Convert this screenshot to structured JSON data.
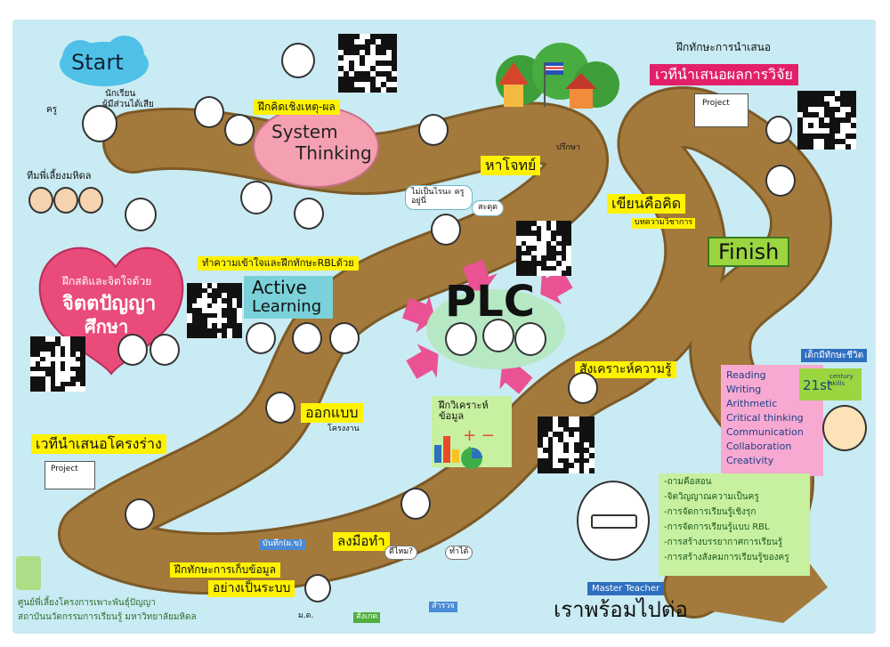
{
  "start": "Start",
  "finish": "Finish",
  "plc": "PLC",
  "system_thinking": [
    "System",
    "Thinking"
  ],
  "active_learning": [
    "Active",
    "Learning"
  ],
  "labels": {
    "student_person": "นักเรียน",
    "teacher": "ครู",
    "stakeholders": "ผู้มีส่วนได้เสีย",
    "team": "ทีมพี่เลี้ยงมหิดล",
    "heart_title_1": "ฝึกสติและจิตใจด้วย",
    "heart_title_2": "จิตตปัญญา",
    "heart_title_3": "ศึกษา",
    "reasoning": "ฝึกคิดเชิงเหตุ-ผล",
    "find_problem": "หาโจทย์",
    "understand_rbl": "ทำความเข้าใจและฝึกทักษะRBLด้วย",
    "not_sure": "ไม่เป็นไรนะ ครูอยู่นี่",
    "excellent": "สะดุด",
    "consult": "ปรึกษา",
    "present_skill": "ฝึกทักษะการนำเสนอ",
    "research_stage": "เวทีนำเสนอผลการวิจัย",
    "project": "Project",
    "writing_is_thinking": "เขียนคือคิด",
    "write_paper": "บทความวิชาการ",
    "synthesize": "สังเคราะห์ความรู้",
    "design": "ออกแบบ",
    "design_sub": "โครงงาน",
    "analyze": "ฝึกวิเคราะห์ข้อมูล",
    "outline_stage": "เวทีนำเสนอโครงร่าง",
    "hands_on": "ลงมือทำ",
    "collect_data": "ฝึกทักษะการเก็บข้อมูล",
    "systematic": "อย่างเป็นระบบ",
    "record": "บันทึก(ผ.ข)",
    "observe": "สังเกต",
    "survey": "สำรวจ",
    "nice_1": "ดีไหม?",
    "nice_2": "ทำได้",
    "mahidol": "ม.ด.",
    "master_teacher": "Master Teacher",
    "ready": "เราพร้อมไปต่อ",
    "skills_21_tag": "เด็กมีทักษะชีวิต",
    "skills_21": "21st",
    "skills_21_century": "century skills",
    "footer_1": "ศูนย์พี่เลี้ยงโครงการเพาะพันธุ์ปัญญา",
    "footer_2": "สถาบันนวัตกรรมการเรียนรู้ มหาวิทยาลัยมหิดล"
  },
  "skills_list": [
    "Reading",
    "Writing",
    "Arithmetic",
    "Critical thinking",
    "Communication",
    "Collaboration",
    "Creativity"
  ],
  "teacher_list": [
    "-ถามคือสอน",
    "-จิตวิญญาณความเป็นครู",
    "-การจัดการเรียนรู้เชิงรุก",
    "-การจัดการเรียนรู้แบบ RBL",
    "-การสร้างบรรยากาศการเรียนรู้",
    "-การสร้างสังคมการเรียนรู้ของครู"
  ],
  "colors": {
    "road": "#a47a3c",
    "road_edge": "#7c5a27",
    "sky": "#c9ebf3",
    "highlight": "#fff200",
    "heart": "#e94b7a",
    "brain": "#f4a0b0",
    "plc_bubble": "#b6e8c3",
    "arrows": "#ea5293",
    "active": "#7ad1d9",
    "research_banner": "#e2206a",
    "finish_bg": "#9bd53f",
    "skills_box": "#f7a9d2",
    "teacher_box": "#c7f0a0",
    "start_cloud": "#4fc1e9"
  },
  "icons": [
    "qr-code-icon",
    "lightbulb-icon",
    "heart-icon",
    "arrow-icon",
    "flag-icon",
    "temple-icon"
  ]
}
